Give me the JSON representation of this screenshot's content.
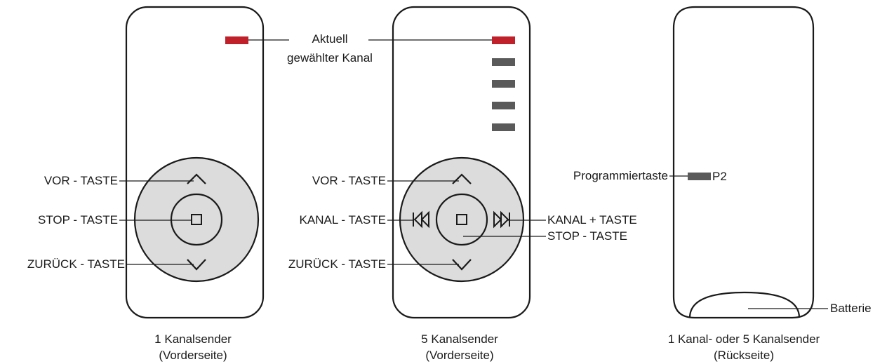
{
  "colors": {
    "outline": "#1a1a1a",
    "pad_fill": "#dcdcdc",
    "active_channel": "#c0202a",
    "channel_indicator": "#5a5a5a"
  },
  "callout": {
    "line1": "Aktuell",
    "line2": "gewählter Kanal"
  },
  "remote1": {
    "caption_line1": "1 Kanalsender",
    "caption_line2": "(Vorderseite)",
    "labels": {
      "forward": "VOR - TASTE",
      "stop": "STOP - TASTE",
      "back": "ZURÜCK - TASTE"
    }
  },
  "remote5": {
    "caption_line1": "5 Kanalsender",
    "caption_line2": "(Vorderseite)",
    "channel_count": 5,
    "active_channel_index": 1,
    "labels": {
      "forward": "VOR - TASTE",
      "channel_minus": "KANAL - TASTE",
      "channel_plus": "KANAL + TASTE",
      "stop": "STOP - TASTE",
      "back": "ZURÜCK - TASTE"
    }
  },
  "remote_back": {
    "caption_line1": "1 Kanal- oder 5 Kanalsender",
    "caption_line2": "(Rückseite)",
    "labels": {
      "program_key": "Programmiertaste",
      "p2": "P2",
      "battery": "Batterie"
    }
  }
}
